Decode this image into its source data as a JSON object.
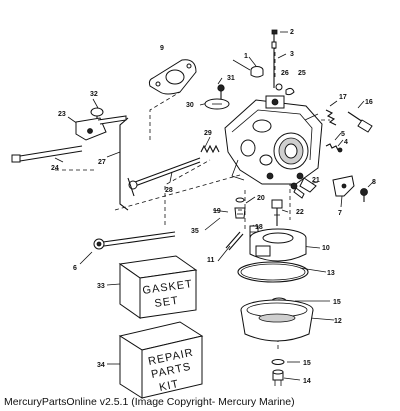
{
  "footer": "MercuryPartsOnline v2.5.1 (Image Copyright- Mercury Marine)",
  "boxes": {
    "gasket_line1": "GASKET",
    "gasket_line2": "SET",
    "repair_line1": "REPAIR",
    "repair_line2": "PARTS",
    "repair_line3": "KIT"
  },
  "callouts": {
    "c1": "1",
    "c2": "2",
    "c3": "3",
    "c4": "4",
    "c5": "5",
    "c6": "6",
    "c7": "7",
    "c8": "8",
    "c9": "9",
    "c10": "10",
    "c11": "11",
    "c12": "12",
    "c13": "13",
    "c14": "14",
    "c15a": "15",
    "c15b": "15",
    "c16": "16",
    "c17": "17",
    "c18": "18",
    "c19": "19",
    "c20": "20",
    "c21": "21",
    "c22": "22",
    "c23": "23",
    "c24": "24",
    "c25": "25",
    "c26": "26",
    "c27": "27",
    "c28": "28",
    "c29": "29",
    "c30": "30",
    "c31": "31",
    "c32": "32",
    "c33": "33",
    "c34": "34",
    "c35": "35"
  }
}
